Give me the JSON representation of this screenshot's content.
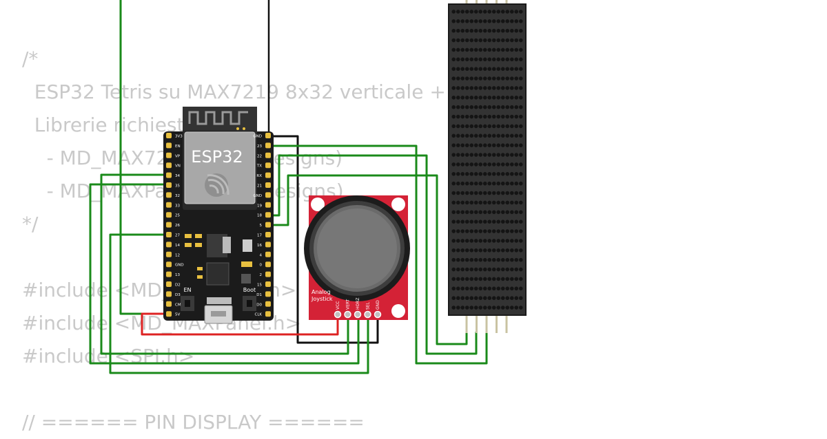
{
  "code_lines": [
    "/*",
    "  ESP32 Tetris su MAX7219 8x32 verticale + joystick",
    "  Librerie richieste:",
    "    - MD_MAX72XX (MajicDesigns)",
    "    - MD_MAXPanel (MajicDesigns)",
    "*/",
    "",
    "#include <MD_MAX72xx.h>",
    "#include <MD_MAXPanel.h>",
    "#include <SPI.h>",
    "",
    "// ====== PIN DISPLAY ======"
  ],
  "esp32": {
    "label": "ESP32",
    "left_pins": [
      "3V3",
      "EN",
      "VP",
      "VN",
      "34",
      "35",
      "32",
      "33",
      "25",
      "26",
      "27",
      "14",
      "12",
      "GND",
      "13",
      "D2",
      "D3",
      "CMD",
      "5V"
    ],
    "right_pins": [
      "GND",
      "23",
      "22",
      "TX",
      "RX",
      "21",
      "GND",
      "19",
      "18",
      "5",
      "17",
      "16",
      "4",
      "0",
      "2",
      "15",
      "D1",
      "D0",
      "CLK"
    ],
    "en_button": "EN",
    "boot_button": "Boot"
  },
  "joystick": {
    "label_line1": "Analog",
    "label_line2": "Joystick",
    "pins": [
      "VCC",
      "VERT",
      "HORZ",
      "SEL",
      "GND"
    ]
  },
  "matrix": {
    "cols": 8,
    "rows": 32
  },
  "colors": {
    "wire_green": "#1a8a1a",
    "wire_black": "#111111",
    "wire_red": "#dd2222",
    "joystick_board": "#d42236",
    "esp_board": "#1b1b1b",
    "pin_gold": "#e8c040"
  }
}
